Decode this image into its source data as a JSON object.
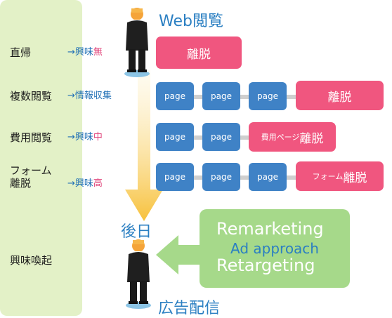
{
  "headings": {
    "web": "Web閲覧",
    "later": "後日",
    "ad": "広告配信"
  },
  "rows": [
    {
      "label": "直帰",
      "arrow": "→",
      "note_prefix": "興味",
      "note_hl": "無"
    },
    {
      "label": "複数閲覧",
      "arrow": "→",
      "note_prefix": "情報収集",
      "note_hl": ""
    },
    {
      "label": "費用閲覧",
      "arrow": "→",
      "note_prefix": "興味",
      "note_hl": "中"
    },
    {
      "label_line1": "フォーム",
      "label_line2": "離脱",
      "arrow": "→",
      "note_prefix": "興味",
      "note_hl": "高"
    },
    {
      "label": "興味喚起"
    }
  ],
  "page_label": "page",
  "exits": {
    "row1": "離脱",
    "row2": "離脱",
    "row3_small": "費用ページ",
    "row3_big": "離脱",
    "row4_small": "フォーム",
    "row4_big": "離脱"
  },
  "ad_box": {
    "line1": "Remarketing",
    "line2": "Ad approach",
    "line3": "Retargeting"
  },
  "colors": {
    "panel": "#e3f1c7",
    "heading": "#2b7fc2",
    "page": "#3f82c6",
    "exit": "#f0567f",
    "ad_box": "#a6d98a",
    "ad_text": "#ffffff",
    "ad_mid": "#2b7fc2",
    "highlight": "#e0447a",
    "down_arrow": "#f7c13c"
  }
}
